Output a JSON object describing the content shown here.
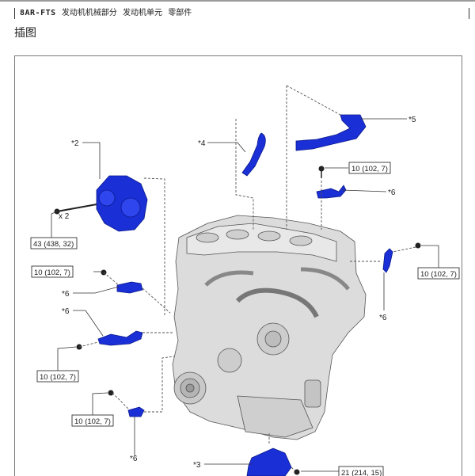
{
  "header": {
    "code": "8AR-FTS",
    "path": [
      "发动机机械部分",
      "发动机单元",
      "零部件"
    ]
  },
  "section_title": "插图",
  "callouts": {
    "c2": "*2",
    "c4": "*4",
    "c5": "*5",
    "c3": "*3",
    "c6_a": "*6",
    "c6_b": "*6",
    "c6_c": "*6",
    "c6_d": "*6",
    "c6_e": "*6"
  },
  "quantity": "x 2",
  "torques": {
    "t_43": "43 (438, 32)",
    "t_top": "10 (102, 7)",
    "t_right": "10 (102, 7)",
    "t_left1": "10 (102, 7)",
    "t_left2": "10 (102, 7)",
    "t_left3": "10 (102, 7)",
    "t_bottom": "21 (214, 15)"
  },
  "colors": {
    "part_blue": "#1a2fd6",
    "engine_gray": "#d9d9d9",
    "line": "#333333"
  }
}
